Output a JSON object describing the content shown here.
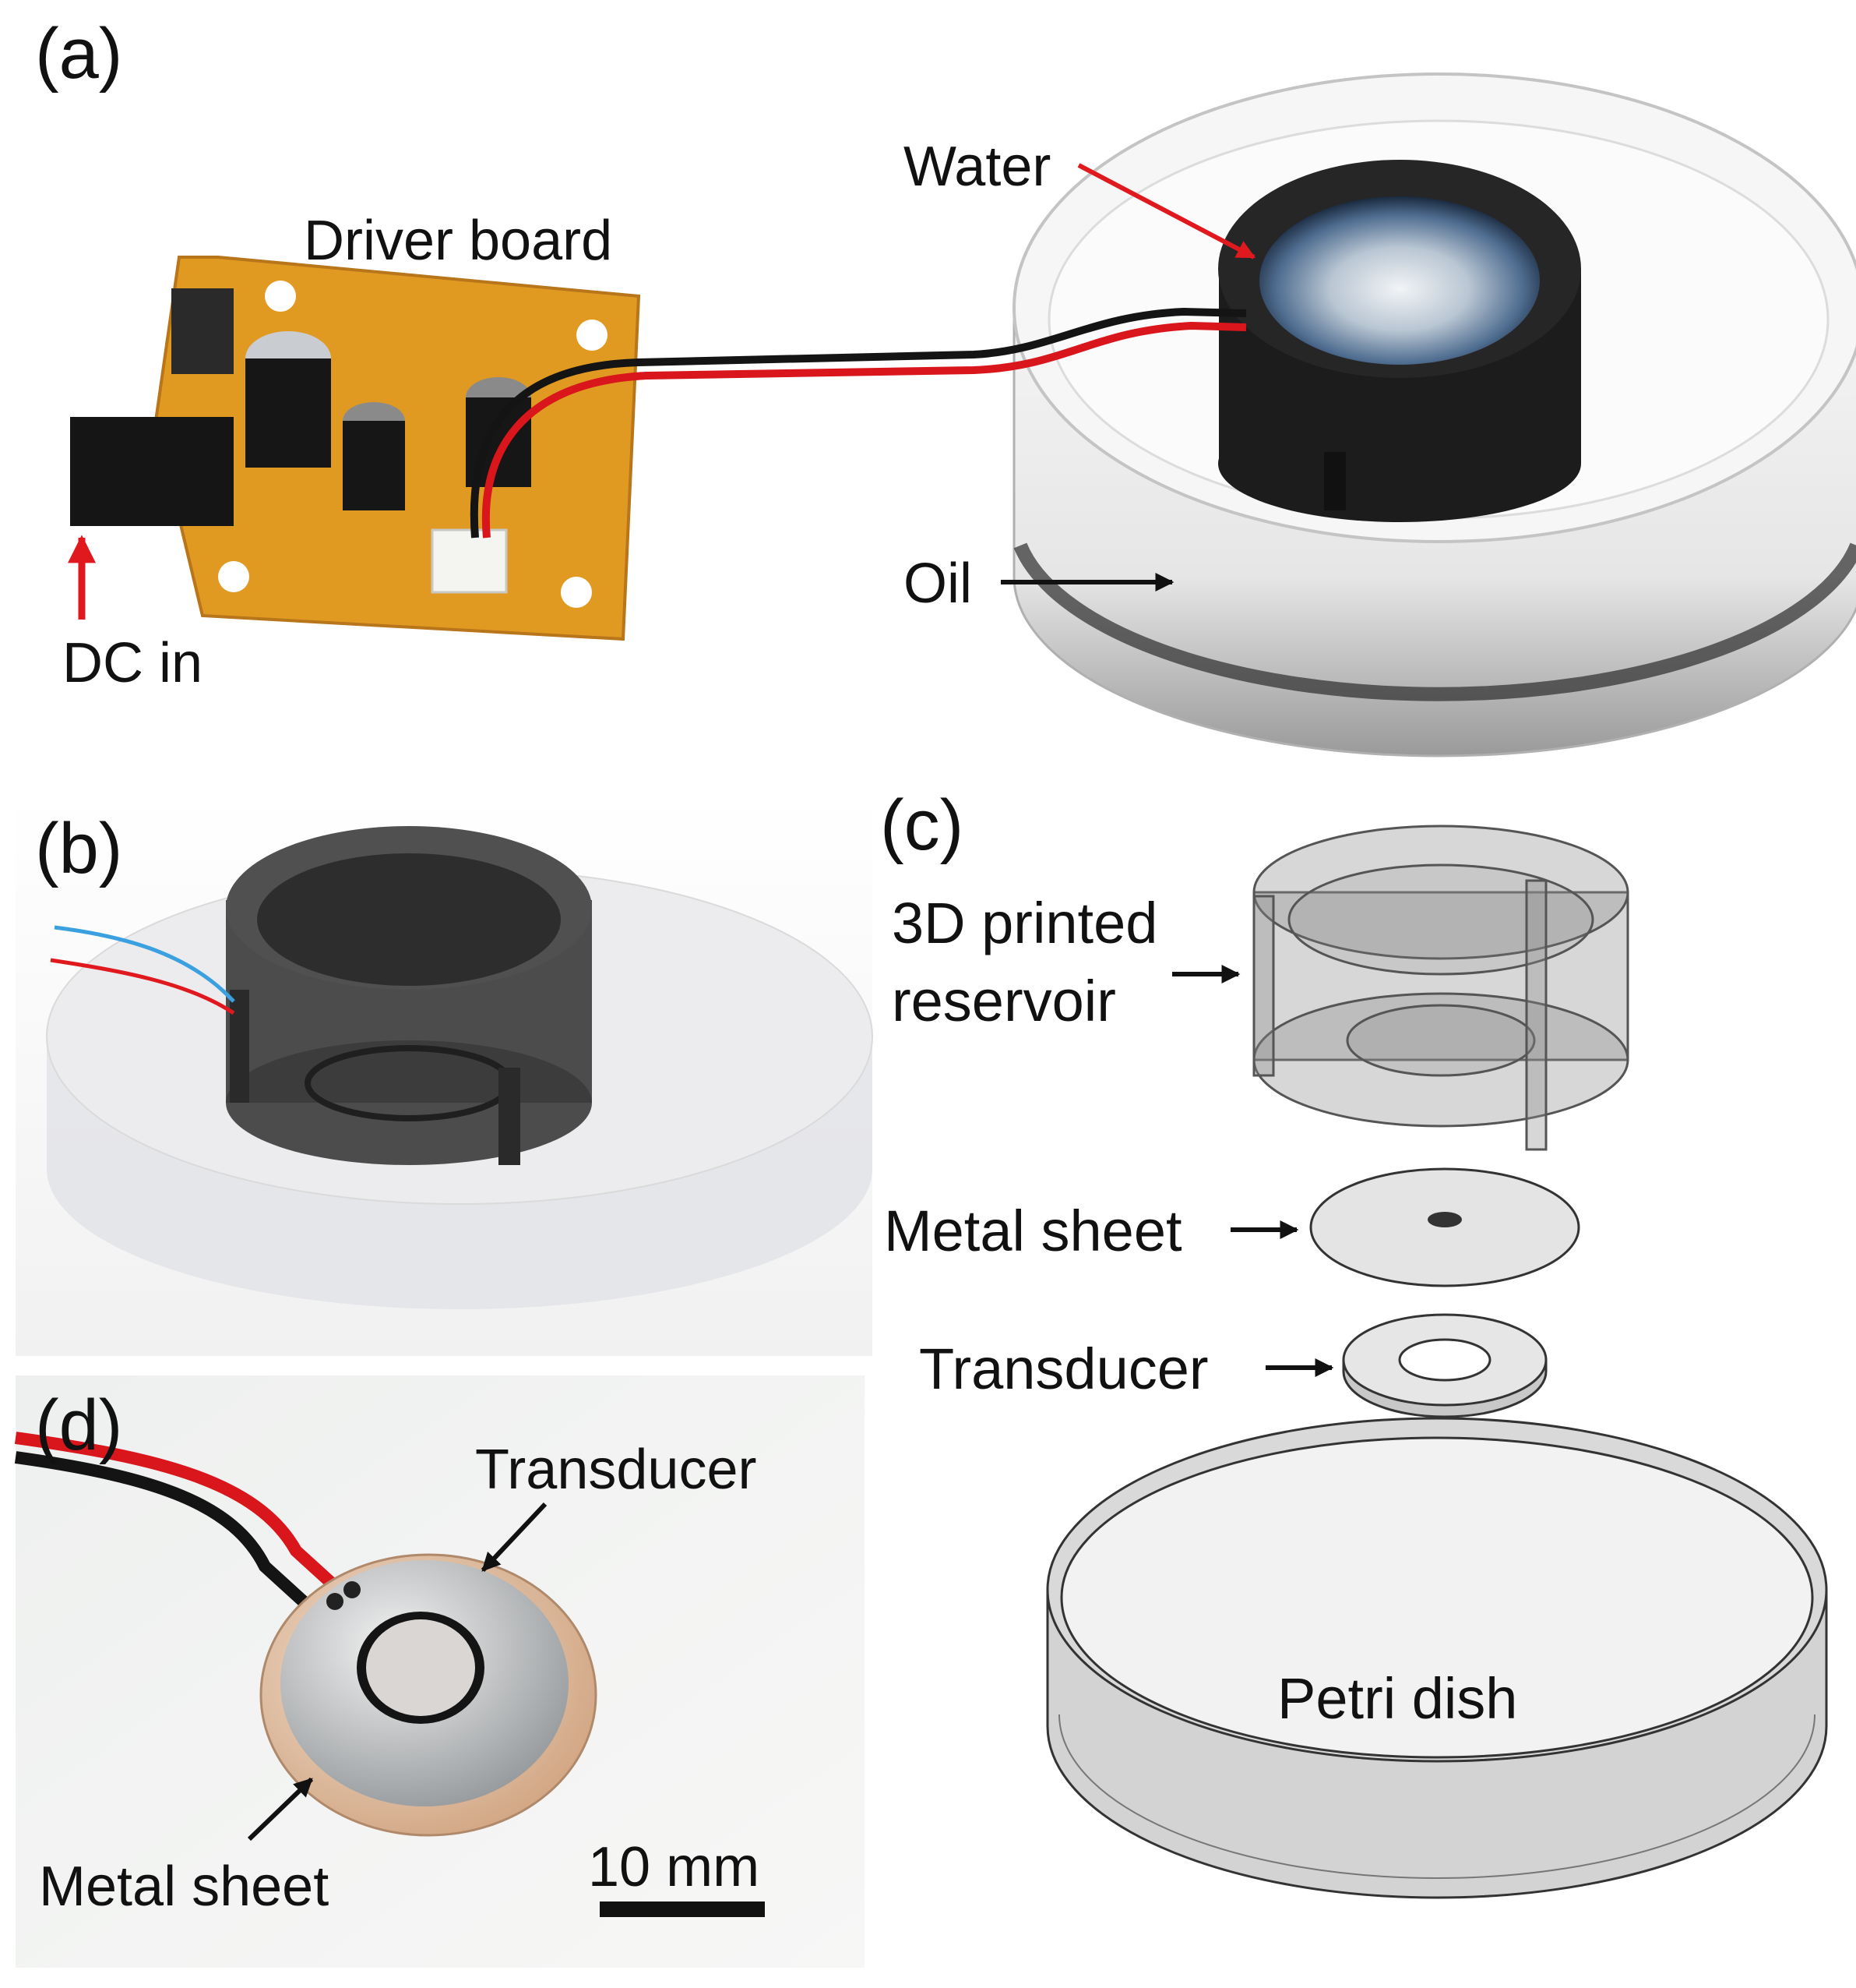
{
  "panels": {
    "a": {
      "label": "(a)",
      "annotations": {
        "driver_board": "Driver board",
        "water": "Water",
        "oil": "Oil",
        "dc_in": "DC in"
      }
    },
    "b": {
      "label": "(b)"
    },
    "c": {
      "label": "(c)",
      "annotations": {
        "reservoir_line1": "3D printed",
        "reservoir_line2": "reservoir",
        "metal_sheet": "Metal sheet",
        "transducer": "Transducer",
        "petri_dish": "Petri dish"
      }
    },
    "d": {
      "label": "(d)",
      "annotations": {
        "transducer": "Transducer",
        "metal_sheet": "Metal sheet",
        "scale_bar": "10 mm"
      }
    }
  },
  "colors": {
    "arrow_red": "#e0191f",
    "arrow_black": "#111111",
    "wire_red": "#d8161c",
    "wire_black": "#141414",
    "wire_blue": "#3aa0e0",
    "pcb": "#e09a22"
  }
}
